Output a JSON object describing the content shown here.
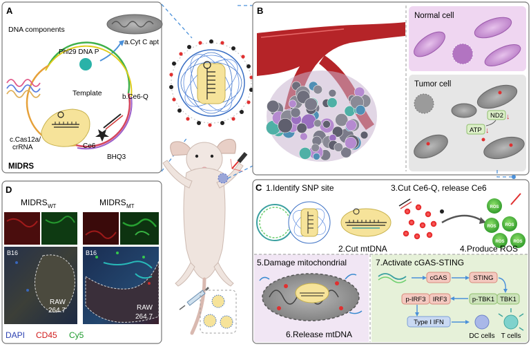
{
  "panel_a": {
    "letter": "A",
    "heading": "DNA components",
    "polymerase": "Phi29 DNA P",
    "aptamer": "a.Cyt C apt",
    "template": "Template",
    "quencher_probe": "b.Ce6-Q",
    "cas_line1": "c.Cas12a/",
    "cas_line2": "crRNA",
    "ce6": "Ce6",
    "bhq": "BHQ3",
    "footer": "MIDRS"
  },
  "panel_b": {
    "letter": "B",
    "normal": "Normal cell",
    "tumor": "Tumor cell",
    "nd2": "ND2",
    "atp": "ATP",
    "down_arrow": "↓"
  },
  "panel_c": {
    "letter": "C",
    "step1": "1.Identify SNP site",
    "step2": "2.Cut mtDNA",
    "step3": "3.Cut Ce6-Q, release Ce6",
    "step4": "4.Produce ROS",
    "step5": "5.Damage mitochondrial",
    "step6": "6.Release mtDNA",
    "step7": "7.Activate cGAS-STING",
    "ros": "ROS",
    "pathway": {
      "cgas": "cGAS",
      "sting": "STING",
      "pirf3": "p-IRF3",
      "irf3": "IRF3",
      "ptbk1": "p-TBK1",
      "tbk1": "TBK1",
      "ifn": "Type I IFN",
      "dc": "DC cells",
      "t": "T cells"
    }
  },
  "panel_d": {
    "letter": "D",
    "wt_base": "MIDRS",
    "wt_sub": "WT",
    "mt_base": "MIDRS",
    "mt_sub": "MT",
    "b16": "B16",
    "raw1": "RAW",
    "raw2": "264.7",
    "legend_dapi": "DAPI",
    "legend_cd45": "CD45",
    "legend_cy5": "Cy5"
  },
  "colors": {
    "vessel": "#c0272d",
    "rca_blue": "#3a6fc4",
    "cas_yellow": "#f6e39a",
    "pathway_green": "#dcefc8",
    "normal_bg": "#efd6f1",
    "tumor_bg": "#e6e6e6"
  }
}
